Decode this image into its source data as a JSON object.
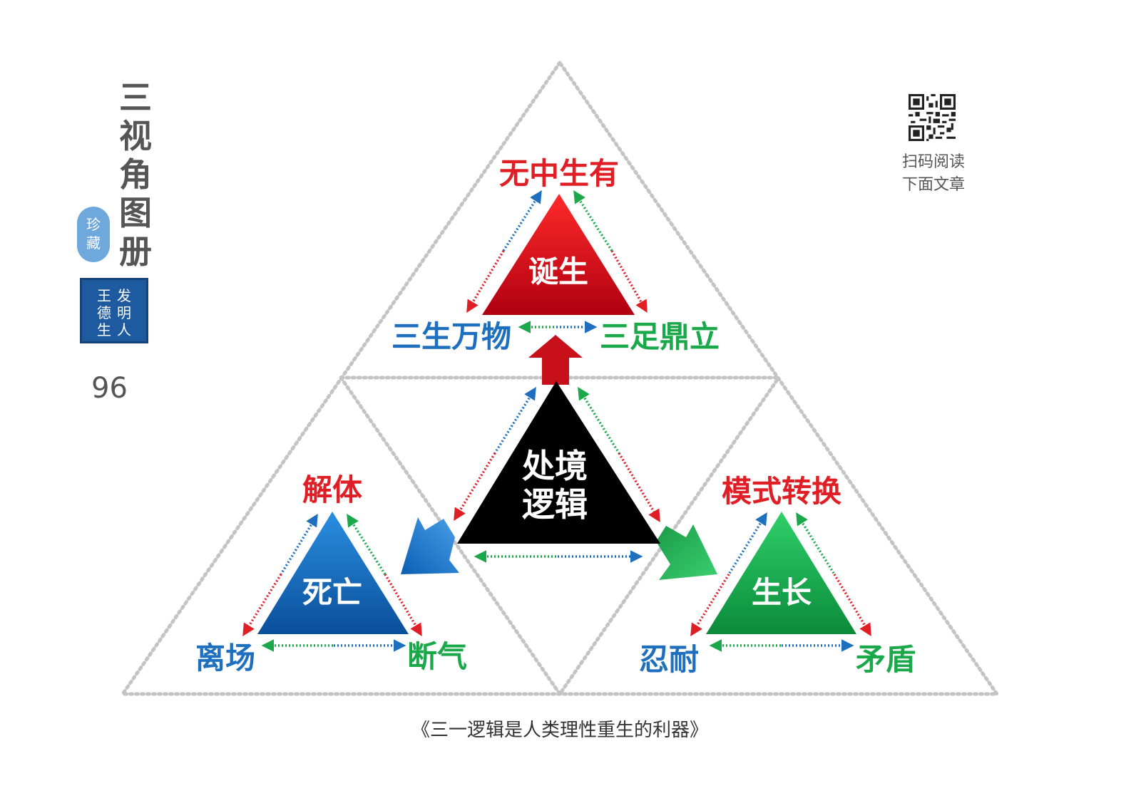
{
  "sidebar": {
    "title_chars": [
      "三",
      "视",
      "角",
      "图",
      "册"
    ],
    "seal_oval": [
      "珍",
      "藏"
    ],
    "seal_square": {
      "col_right": [
        "发",
        "明",
        "人"
      ],
      "col_left": [
        "王",
        "德",
        "生"
      ]
    },
    "page_number": "96"
  },
  "qr": {
    "caption_lines": [
      "扫码阅读",
      "下面文章"
    ]
  },
  "diagram": {
    "top": {
      "center": "诞生",
      "apex": "无中生有",
      "left": "三生万物",
      "right": "三足鼎立",
      "color": "#d0121b"
    },
    "center": {
      "lines": [
        "处境",
        "逻辑"
      ],
      "color": "#000000"
    },
    "left": {
      "center": "死亡",
      "apex": "解体",
      "left": "离场",
      "right": "断气",
      "color": "#1f6fbf"
    },
    "right": {
      "center": "生长",
      "apex": "模式转换",
      "left": "忍耐",
      "right": "矛盾",
      "color": "#1aa84a"
    },
    "colors": {
      "red": "#e01e25",
      "blue": "#1f6fbf",
      "green": "#1aa84a",
      "grey_dots": "#c0c0c0"
    }
  },
  "caption": "《三一逻辑是人类理性重生的利器》"
}
